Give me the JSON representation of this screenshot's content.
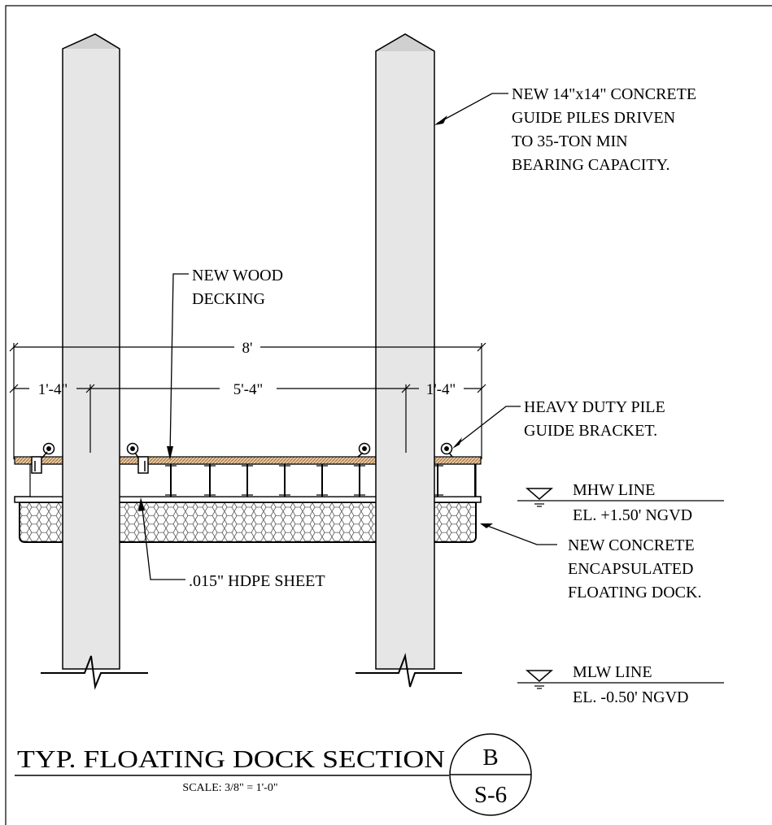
{
  "notes": {
    "piles": [
      "NEW 14\"x14\" CONCRETE",
      "GUIDE PILES DRIVEN",
      "TO 35-TON MIN",
      "BEARING CAPACITY."
    ],
    "decking": [
      "NEW WOOD",
      "DECKING"
    ],
    "bracket": [
      "HEAVY DUTY PILE",
      "GUIDE BRACKET."
    ],
    "dock": [
      "NEW CONCRETE",
      "ENCAPSULATED",
      "FLOATING DOCK."
    ],
    "hdpe": ".015\" HDPE SHEET"
  },
  "dimensions": {
    "overall": "8'",
    "left": "1'-4\"",
    "middle": "5'-4\"",
    "right": "1'-4\""
  },
  "water_levels": {
    "mhw": {
      "label": "MHW LINE",
      "elevation": "EL. +1.50' NGVD"
    },
    "mlw": {
      "label": "MLW LINE",
      "elevation": "EL. -0.50' NGVD"
    }
  },
  "title_block": {
    "title": "TYP. FLOATING DOCK SECTION",
    "scale": "SCALE: 3/8\" = 1'-0\"",
    "detail": "B",
    "sheet": "S-6"
  }
}
